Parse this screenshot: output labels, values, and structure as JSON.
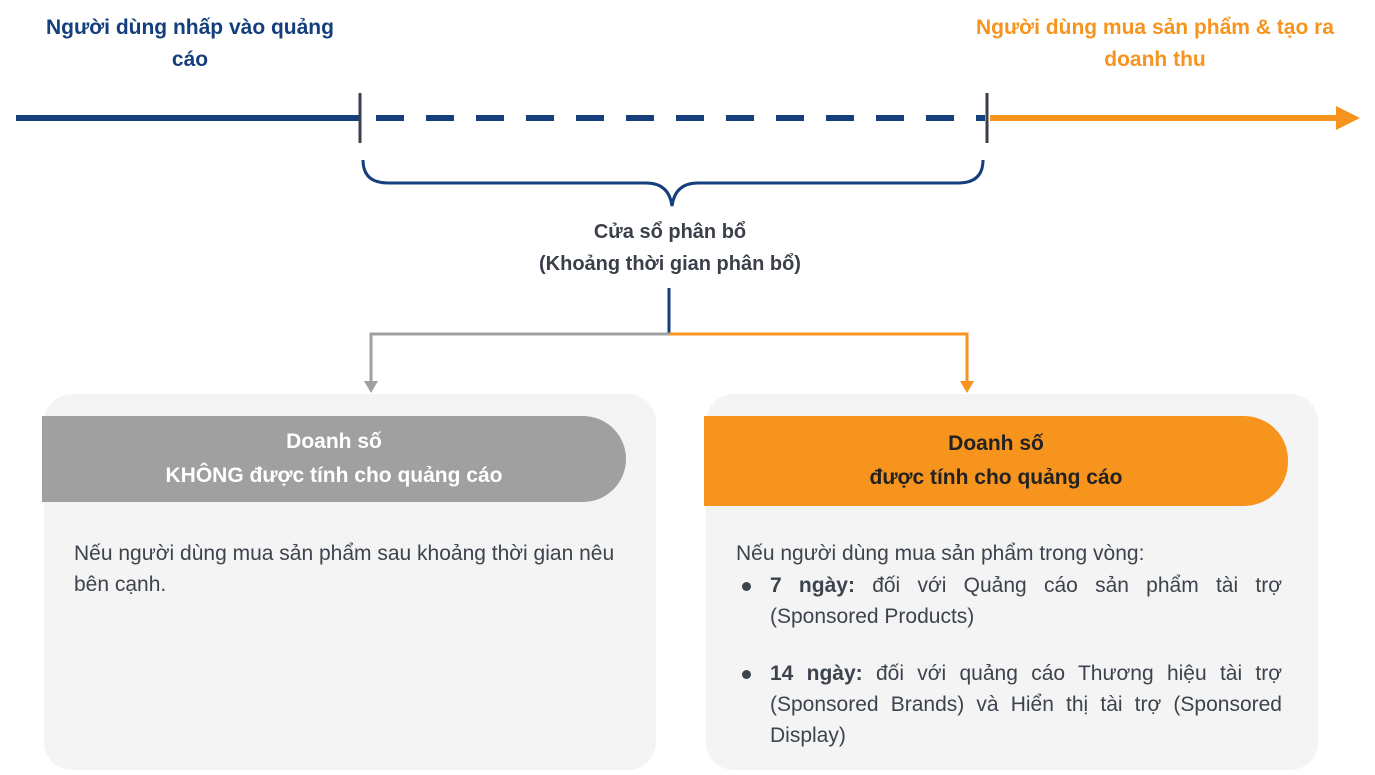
{
  "timeline": {
    "click_label": "Người dùng nhấp vào quảng cáo",
    "purchase_label": "Người dùng mua sản phẩm & tạo ra doanh thu",
    "window_title": "Cửa sổ phân bổ",
    "window_subtitle": "(Khoảng thời gian phân bổ)"
  },
  "left_card": {
    "title_line1": "Doanh số",
    "title_line2": "KHÔNG được tính cho quảng cáo",
    "description": "Nếu người dùng mua sản phẩm sau khoảng thời gian nêu bên cạnh."
  },
  "right_card": {
    "title_line1": "Doanh số",
    "title_line2": "được tính cho quảng cáo",
    "intro": "Nếu người dùng mua sản phẩm trong vòng:",
    "bullets": [
      {
        "bold": "7 ngày:",
        "text": " đối với Quảng cáo sản phẩm tài trợ (Sponsored Products)"
      },
      {
        "bold": "14 ngày:",
        "text": " đối với quảng cáo Thương hiệu tài trợ (Sponsored Brands) và Hiển thị tài trợ (Sponsored Display)"
      }
    ]
  },
  "colors": {
    "navy": "#143f7c",
    "orange": "#f7941d",
    "gray": "#a0a0a0",
    "card_bg": "#f3f4f3"
  }
}
